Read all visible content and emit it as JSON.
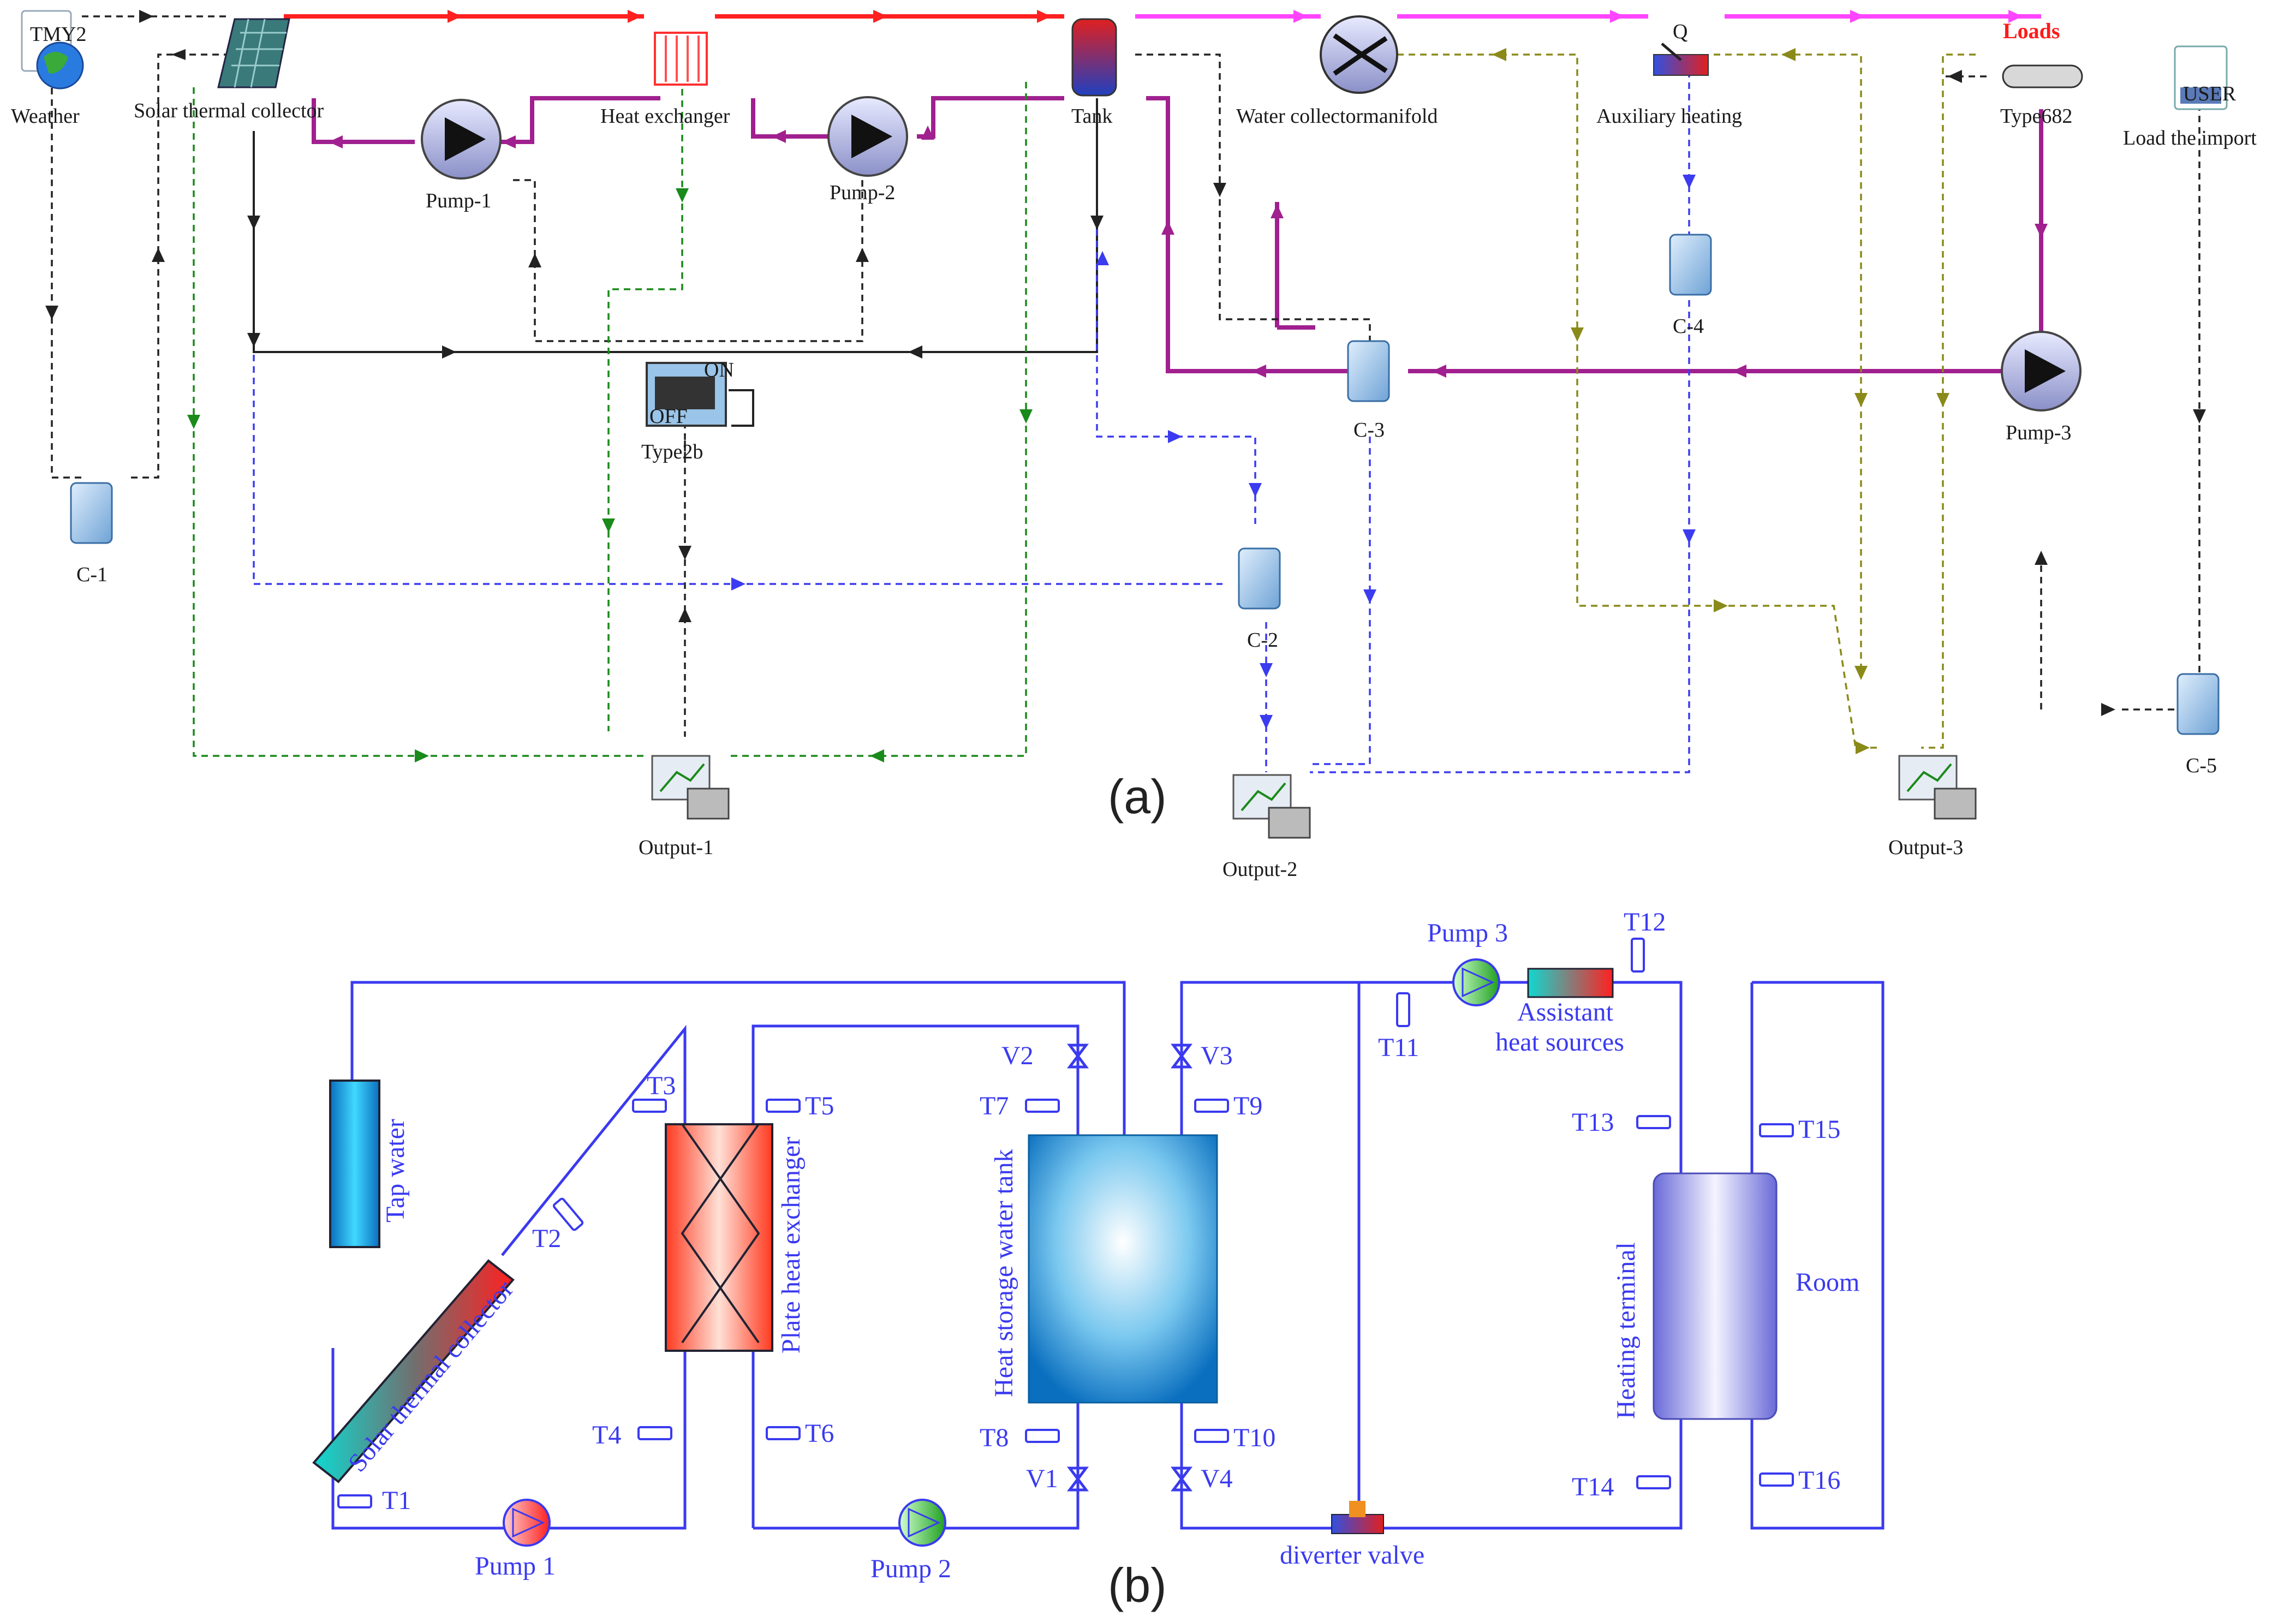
{
  "panel_a": {
    "label": "(a)",
    "components": {
      "weather": "Weather",
      "collector": "Solar thermal  collector",
      "heat_exchanger": "Heat exchanger",
      "tank": "Tank",
      "manifold": "Water collectormanifold",
      "aux_heating": "Auxiliary heating",
      "type682": "Type682",
      "loads": "Loads",
      "load_import": "Load the import",
      "pump1": "Pump-1",
      "pump2": "Pump-2",
      "pump3": "Pump-3",
      "type2b": "Type2b",
      "c1": "C-1",
      "c2": "C-2",
      "c3": "C-3",
      "c4": "C-4",
      "c5": "C-5",
      "output1": "Output-1",
      "output2": "Output-2",
      "output3": "Output-3",
      "weather_icon_text": "TMY2",
      "user_icon_text": "USER",
      "on_text": "ON",
      "off_text": "OFF",
      "q_text": "Q"
    },
    "link_colors": {
      "hot": "#ff2020",
      "load": "#ff44ff",
      "loop": "#a0208f",
      "control": "#333333",
      "green": "#1a8a1a",
      "blue": "#3b3bf0",
      "olive": "#8a8a1a"
    }
  },
  "panel_b": {
    "label": "(b)",
    "components": {
      "tap_water": "Tap water",
      "collector": "Solar thermal collector",
      "plate_hx": "Plate heat exchanger",
      "tank": "Heat storage water tank",
      "pump1": "Pump 1",
      "pump2": "Pump 2",
      "pump3": "Pump 3",
      "assistant": "Assistant",
      "heat_sources": "heat sources",
      "heating_terminal": "Heating terminal",
      "room": "Room",
      "diverter": "diverter valve"
    },
    "sensors": {
      "t1": "T1",
      "t2": "T2",
      "t3": "T3",
      "t4": "T4",
      "t5": "T5",
      "t6": "T6",
      "t7": "T7",
      "t8": "T8",
      "t9": "T9",
      "t10": "T10",
      "t11": "T11",
      "t12": "T12",
      "t13": "T13",
      "t14": "T14",
      "t15": "T15",
      "t16": "T16"
    },
    "valves": {
      "v1": "V1",
      "v2": "V2",
      "v3": "V3",
      "v4": "V4"
    },
    "line_color": "#3a3af0"
  }
}
